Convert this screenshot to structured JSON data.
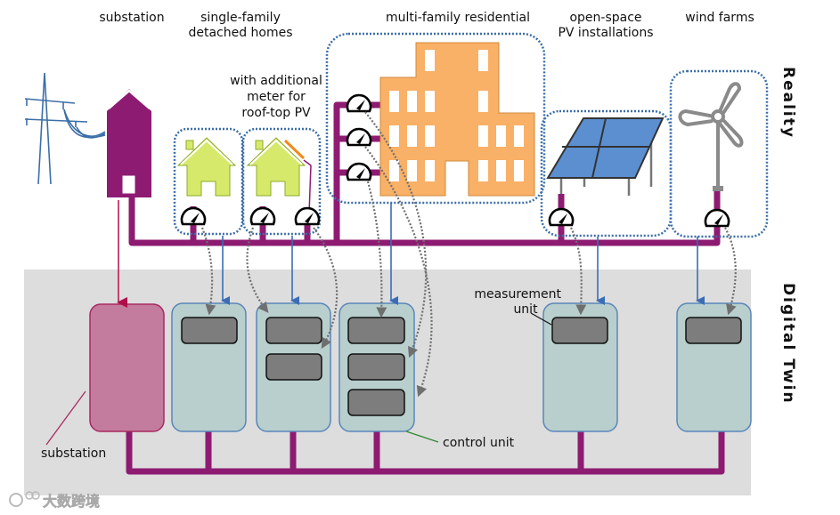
{
  "labels": {
    "substation": "substation",
    "single_family_l1": "single-family",
    "single_family_l2": "detached homes",
    "pv_meter_l1": "with additional",
    "pv_meter_l2": "meter for",
    "pv_meter_l3": "roof-top PV",
    "multi_family": "multi-family residential",
    "open_space_l1": "open-space",
    "open_space_l2": "PV installations",
    "wind_farms": "wind farms",
    "reality": "Reality",
    "digital_twin": "Digital Twin",
    "measurement_unit_l1": "measurement",
    "measurement_unit_l2": "unit",
    "control_unit": "control unit",
    "twin_substation": "substation",
    "watermark": "大数跨境"
  },
  "colors": {
    "grid_line": "#8e1b72",
    "substation_fill": "#8e1b72",
    "house_fill": "#d6e96b",
    "building_fill": "#f9b067",
    "pv_panel": "#5b8fd0",
    "turbine": "#8a8a8a",
    "dotted_group": "#3b6ea8",
    "data_arrow": "#3a6db5",
    "meter_arrow": "#6f6f6f",
    "twin_background": "#dddddd",
    "twin_substation_fill": "#c47c9e",
    "control_unit_fill": "#b8cfcd",
    "measurement_unit_fill": "#7d7d7d",
    "substation_arrow": "#b0104a",
    "control_leader": "#2e8a2e"
  },
  "entities": [
    {
      "id": "substation",
      "meters": 0
    },
    {
      "id": "single-family-home",
      "meters": 1
    },
    {
      "id": "home-with-rooftop-pv",
      "meters": 2
    },
    {
      "id": "multi-family-residential",
      "meters": 3
    },
    {
      "id": "open-space-pv",
      "meters": 1
    },
    {
      "id": "wind-farm",
      "meters": 1
    }
  ]
}
